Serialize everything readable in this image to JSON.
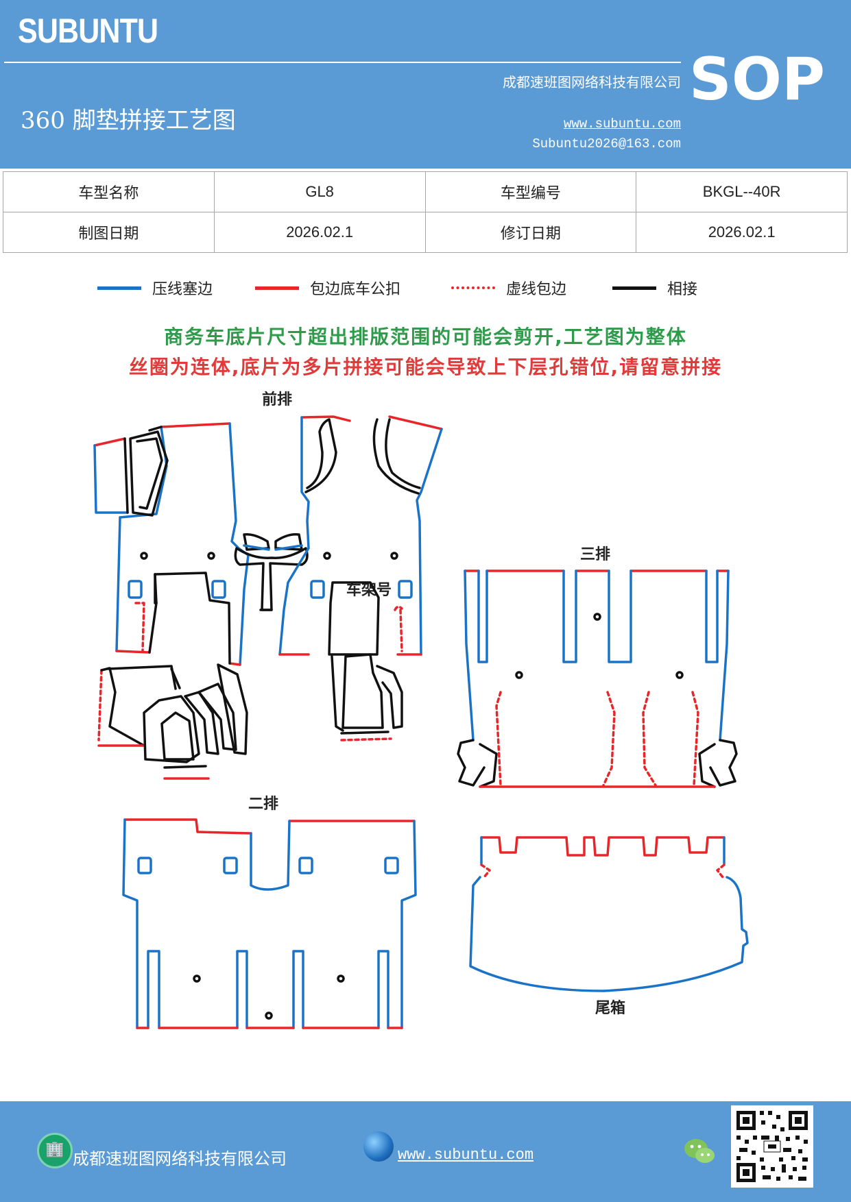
{
  "header": {
    "brand": "SUBUNTU",
    "company": "成都速班图网络科技有限公司",
    "title": "360 脚垫拼接工艺图",
    "website": "www.subuntu.com",
    "email": "Subuntu2026@163.com",
    "badge": "SOP"
  },
  "info_table": {
    "model_name_label": "车型名称",
    "model_name_value": "GL8",
    "model_code_label": "车型编号",
    "model_code_value": "BKGL--40R",
    "draw_date_label": "制图日期",
    "draw_date_value": "2026.02.1",
    "revise_date_label": "修订日期",
    "revise_date_value": "2026.02.1"
  },
  "legend": [
    {
      "label": "压线塞边",
      "color": "#1a73c7",
      "style": "solid"
    },
    {
      "label": "包边底车公扣",
      "color": "#e8262a",
      "style": "solid"
    },
    {
      "label": "虚线包边",
      "color": "#e8262a",
      "style": "dashed"
    },
    {
      "label": "相接",
      "color": "#111111",
      "style": "solid"
    }
  ],
  "notice": {
    "line1": "商务车底片尺寸超出排版范围的可能会剪开,工艺图为整体",
    "line2": "丝圈为连体,底片为多片拼接可能会导致上下层孔错位,请留意拼接"
  },
  "diagram_labels": {
    "front": "前排",
    "vin": "车架号",
    "third": "三排",
    "second": "二排",
    "trunk": "尾箱"
  },
  "colors": {
    "blue": "#1a73c7",
    "red": "#e8262a",
    "black": "#111111",
    "header_bg": "#5b9bd5"
  },
  "footer": {
    "company": "成都速班图网络科技有限公司",
    "website": "www.subuntu.com",
    "company_icon": "building-icon",
    "web_icon": "globe-icon",
    "wechat_icon": "wechat-icon"
  }
}
